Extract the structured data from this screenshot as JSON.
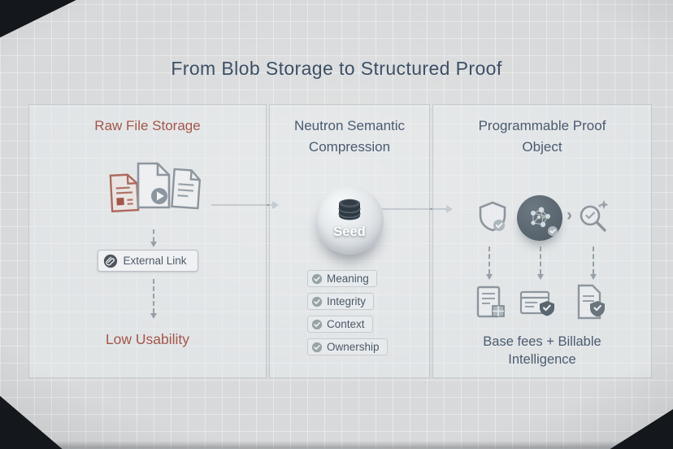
{
  "slide": {
    "title": "From Blob Storage to Structured Proof"
  },
  "colors": {
    "accent_red": "#a3564a",
    "slate_text": "#4a5b70",
    "icon_gray": "#8d969e",
    "icon_dark": "#2e3943",
    "background": "#d7d9da"
  },
  "icons": {
    "raw_files": [
      "red-document",
      "video-document",
      "plain-document"
    ],
    "link": "paperclip",
    "seed": "database",
    "checklist_icon": "check-circle",
    "proof_row": [
      "shield-check",
      "semantic-graph",
      "chevron-right",
      "magnifier-verify"
    ],
    "proof_outputs": [
      "report-document",
      "card-shield",
      "document-shield"
    ]
  },
  "panels": {
    "raw": {
      "title": "Raw File Storage",
      "external_link_label": "External Link",
      "verdict": "Low Usability"
    },
    "neutron": {
      "title_line1": "Neutron Semantic",
      "title_line2": "Compression",
      "seed_label": "Seed",
      "checklist": [
        {
          "label": "Meaning"
        },
        {
          "label": "Integrity"
        },
        {
          "label": "Context"
        },
        {
          "label": "Ownership"
        }
      ]
    },
    "proof": {
      "title_line1": "Programmable Proof",
      "title_line2": "Object",
      "chevron": "›",
      "footer_line1": "Base fees + Billable",
      "footer_line2": "Intelligence"
    }
  }
}
